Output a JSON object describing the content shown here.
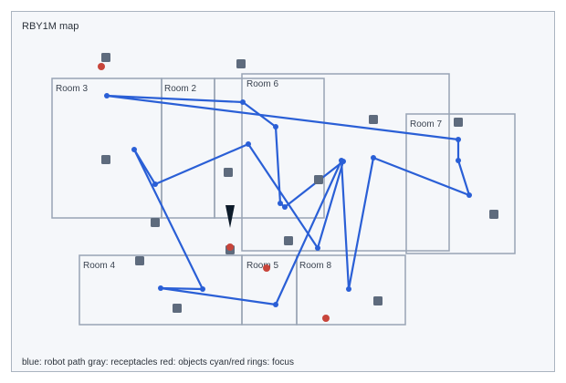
{
  "map": {
    "title": "RBY1M map",
    "legend": "blue: robot path  gray: receptacles  red: objects  cyan/red rings: focus",
    "colors": {
      "panel_bg": "#f5f7fa",
      "panel_border": "#aab4c0",
      "room_border": "#98a4b4",
      "path": "#2a5fd6",
      "receptacle": "#5e6b7d",
      "object": "#c8453b",
      "robot": "#0d1b2a"
    },
    "rooms": [
      {
        "label": "Room 3"
      },
      {
        "label": "Room 2"
      },
      {
        "label": "Room 6"
      },
      {
        "label": ""
      },
      {
        "label": "Room 7"
      },
      {
        "label": "Room 4"
      },
      {
        "label": "Room 5"
      },
      {
        "label": "Room 8"
      }
    ]
  }
}
